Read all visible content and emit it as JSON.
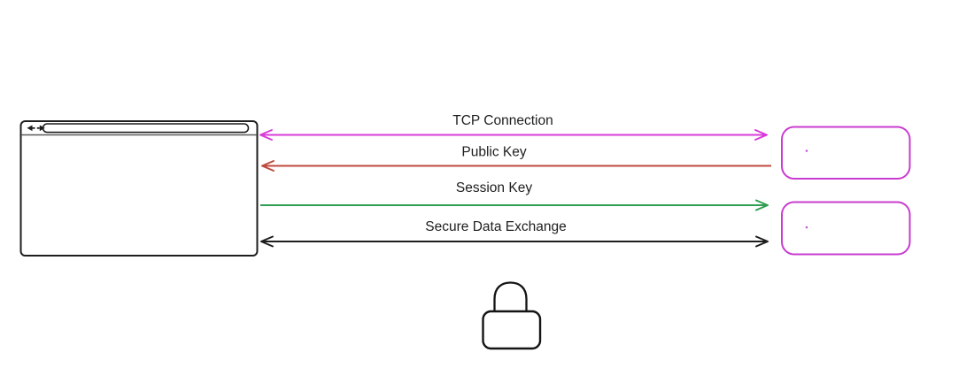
{
  "diagram": {
    "client": {
      "name": "browser-window",
      "back_icon": "back-arrow",
      "forward_icon": "forward-arrow"
    },
    "messages": [
      {
        "label": "TCP Connection",
        "color": "#d93bd9",
        "direction": "both"
      },
      {
        "label": "Public Key",
        "color": "#bf4a3e",
        "direction": "to-client"
      },
      {
        "label": "Session Key",
        "color": "#2f9e52",
        "direction": "to-server"
      },
      {
        "label": "Secure Data Exchange",
        "color": "#1e1e1e",
        "direction": "both"
      }
    ],
    "servers": [
      {
        "name": "server-box-1",
        "border_color": "#c93ccf",
        "dot_color": "#c05ad0"
      },
      {
        "name": "server-box-2",
        "border_color": "#c93ccf",
        "dot_color": "#c05ad0"
      }
    ],
    "lock": {
      "icon": "padlock",
      "color": "#141414"
    },
    "ink_color": "#1e1e1e"
  }
}
